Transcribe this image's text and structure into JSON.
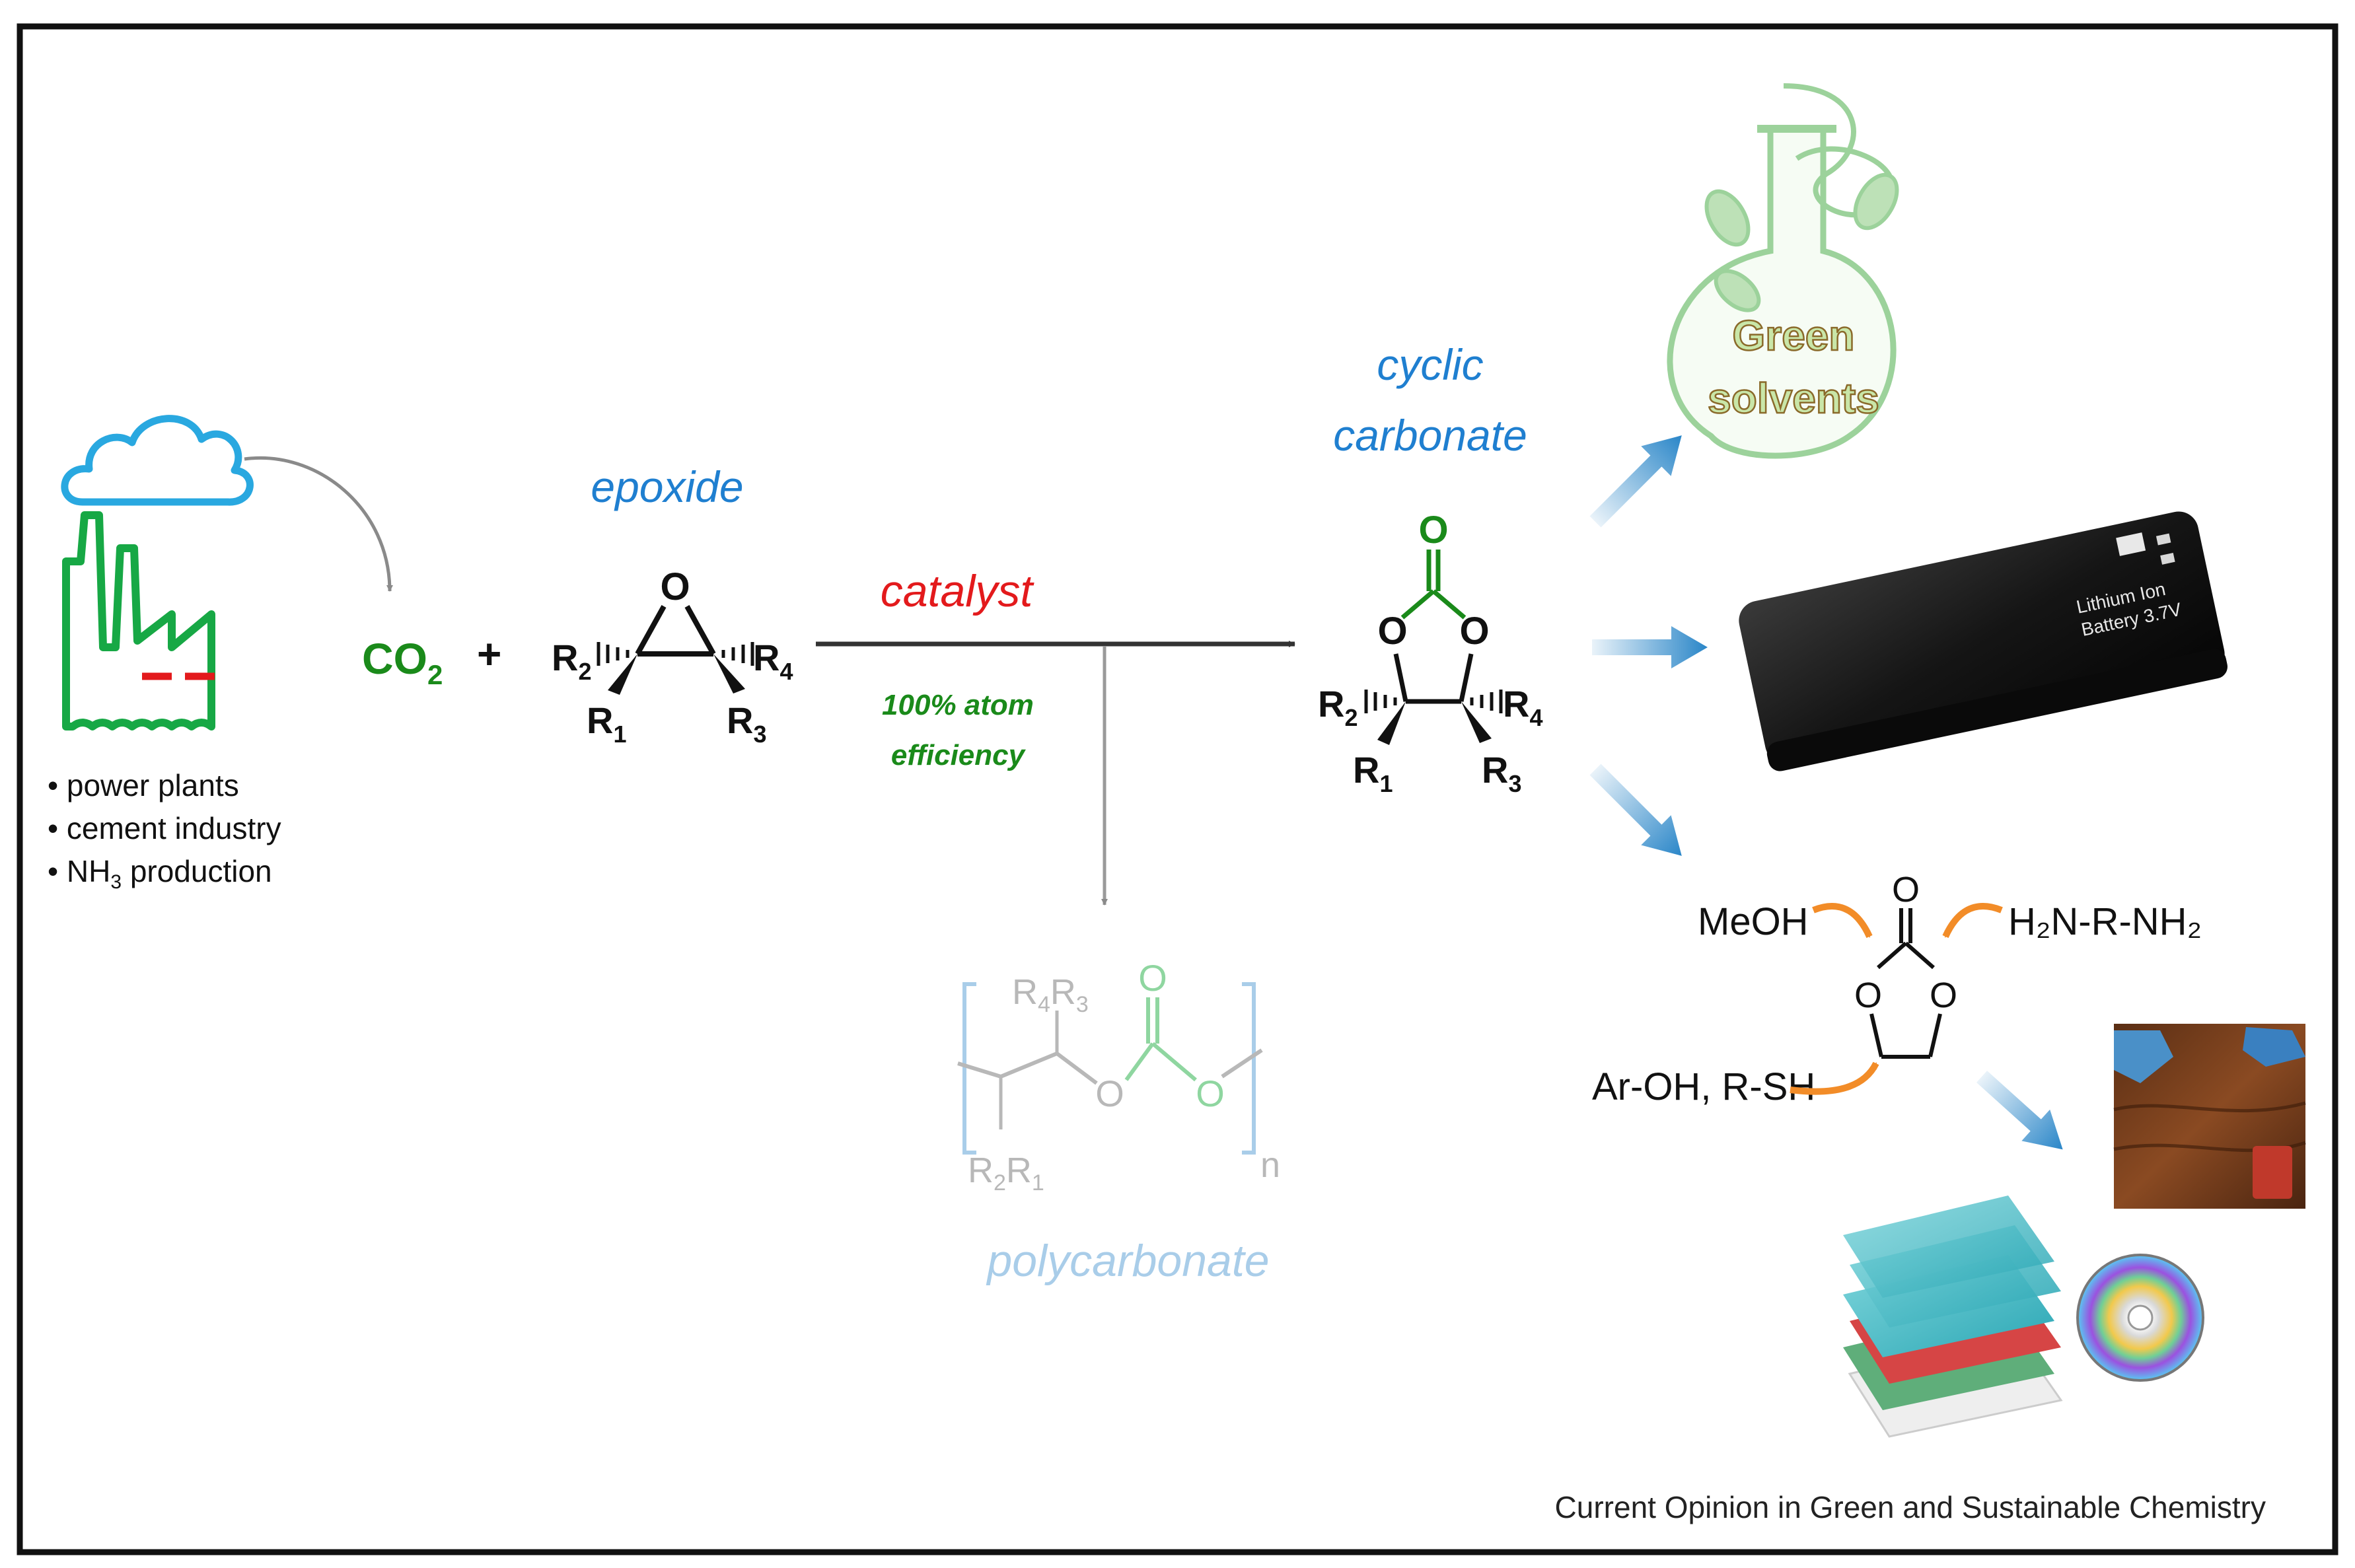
{
  "colors": {
    "blue_label": "#1f7fd0",
    "red_label": "#e31a1c",
    "green_text": "#1a8a1a",
    "factory_green": "#17a845",
    "cloud_blue": "#29a8e0",
    "pale_gray": "#b8b8b8",
    "pale_blue": "#a9cde9",
    "pale_green": "#8fd6a0",
    "orange_arrow": "#f28c28",
    "gradient_arrow": "#2a86c8"
  },
  "sources": {
    "icon": "factory-with-cloud-icon",
    "items": [
      "power plants",
      "cement industry",
      "production"
    ],
    "nh3_prefix": "NH",
    "nh3_sub": "3"
  },
  "reactants": {
    "co2_main": "CO",
    "co2_sub": "2",
    "plus": "+",
    "epoxide_label": "epoxide",
    "epoxide_atom_o": "O"
  },
  "reaction": {
    "catalyst": "catalyst",
    "efficiency_line1": "100% atom",
    "efficiency_line2": "efficiency"
  },
  "substituents": {
    "r": "R",
    "s1": "1",
    "s2": "2",
    "s3": "3",
    "s4": "4"
  },
  "product": {
    "label_line1": "cyclic",
    "label_line2": "carbonate",
    "atom_o": "O"
  },
  "byproduct": {
    "label": "polycarbonate",
    "atom_o": "O",
    "repeat_n": "n"
  },
  "applications": {
    "green_solvents_line1": "Green",
    "green_solvents_line2": "solvents",
    "battery_text_line1": "Lithium Ion",
    "battery_text_line2": "Battery 3.7V",
    "reagent_meoh": "MeOH",
    "reagent_diamine": "H₂N-R-NH₂",
    "reagent_aroh": "Ar-OH, R-SH",
    "central_o": "O"
  },
  "footer": {
    "journal": "Current Opinion in Green and Sustainable Chemistry"
  }
}
